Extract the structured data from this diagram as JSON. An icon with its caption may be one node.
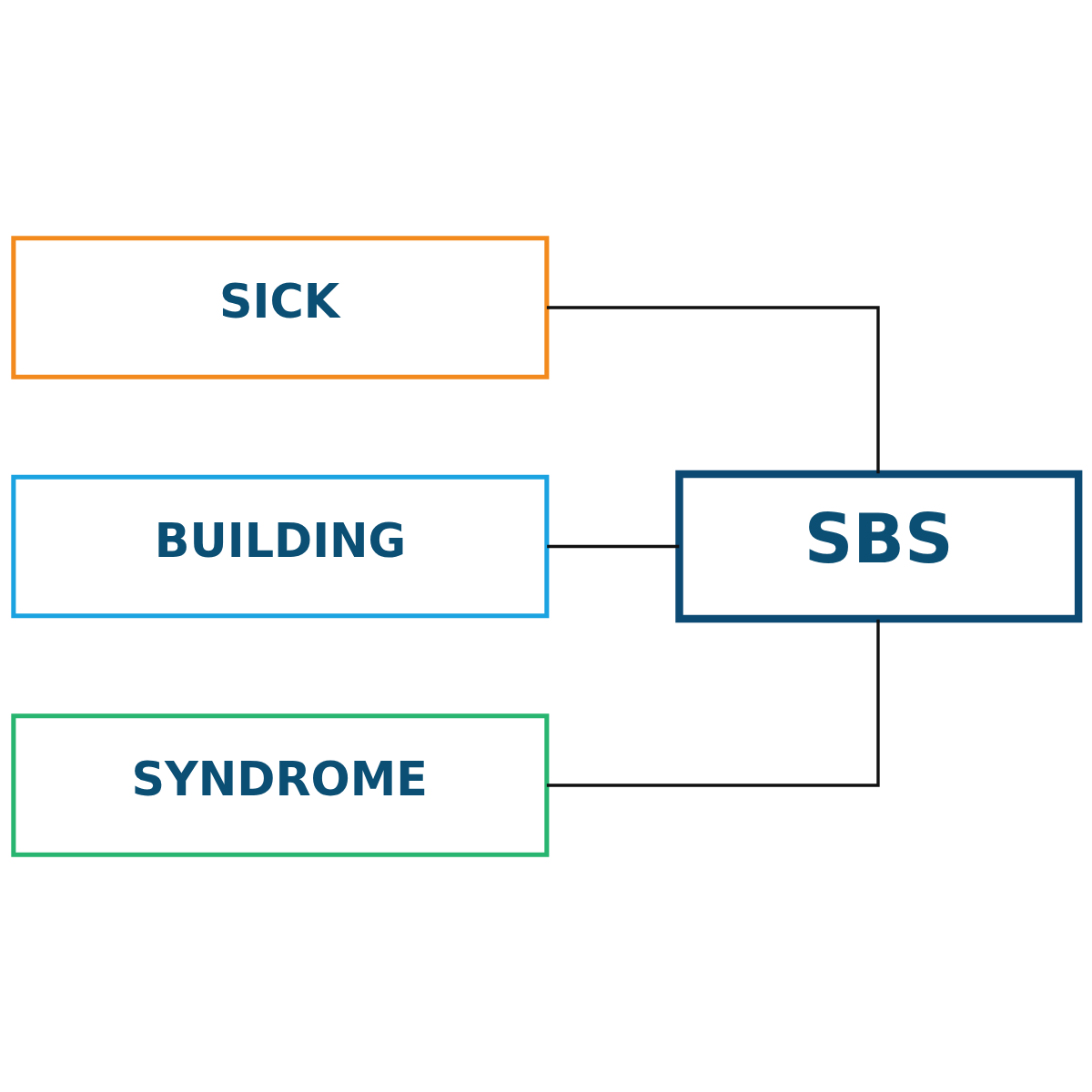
{
  "diagram": {
    "nodes": [
      {
        "text": [
          "SBS"
        ]
      },
      {
        "text": [
          "SICK"
        ]
      },
      {
        "text": [
          "BUILDING"
        ]
      },
      {
        "text": [
          "SYNDROME"
        ]
      }
    ],
    "edges": [
      {
        "from": 0,
        "to": 1,
        "arrow": "none"
      },
      {
        "from": 0,
        "to": 2,
        "arrow": "none"
      },
      {
        "from": 0,
        "to": 3,
        "arrow": "none"
      }
    ]
  }
}
